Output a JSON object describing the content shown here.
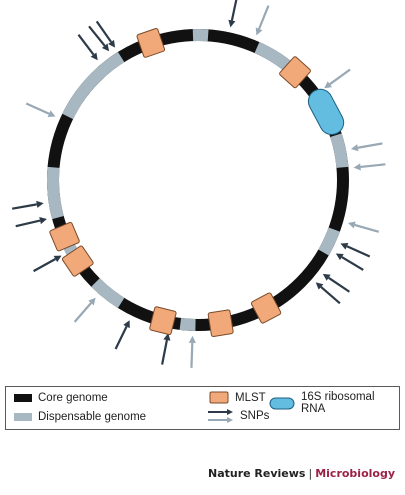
{
  "colors": {
    "core": "#111111",
    "dispensable": "#a8b8c3",
    "mlst_fill": "#f2a97a",
    "mlst_stroke": "#7a4a2a",
    "rna_fill": "#62bde0",
    "rna_stroke": "#1d5f82",
    "arrow_dark": "#2d3a48",
    "arrow_light": "#98a8b4",
    "journal_accent": "#9b2247"
  },
  "legend": {
    "core_genome": "Core genome",
    "dispensable_genome": "Dispensable genome",
    "mlst": "MLST",
    "snps": "SNPs",
    "rna16s": "16S ribosomal RNA"
  },
  "credit": {
    "journal": "Nature Reviews",
    "separator": "|",
    "subjournal": "Microbiology"
  }
}
